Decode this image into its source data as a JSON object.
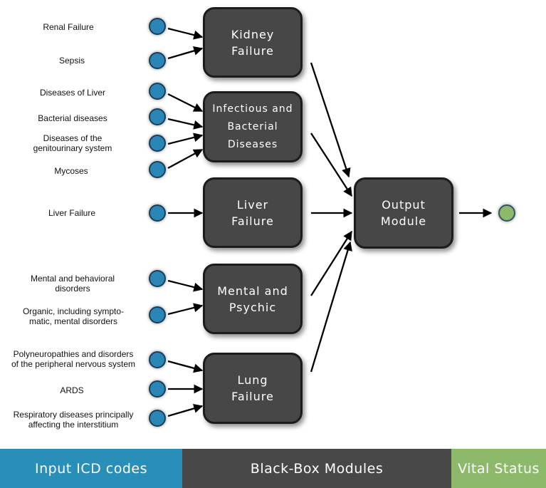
{
  "inputs": [
    "Renal Failure",
    "Sepsis",
    "Diseases of Liver",
    "Bacterial diseases",
    "Diseases of the\ngenitourinary system",
    "Mycoses",
    "Liver Failure",
    "Mental and behavioral\ndisorders",
    "Organic, including sympto-\nmatic, mental disorders",
    "Polyneuropathies and disorders\nof the peripheral nervous system",
    "ARDS",
    "Respiratory diseases  principally\naffecting the interstitium"
  ],
  "modules": [
    "Kidney\nFailure",
    "Infectious and\nBacterial\nDiseases",
    "Liver\nFailure",
    "Mental and\nPsychic",
    "Lung\nFailure"
  ],
  "output_module": "Output\nModule",
  "footer": {
    "inputs": "Input ICD codes",
    "modules": "Black-Box Modules",
    "output": "Vital Status"
  },
  "colors": {
    "input_node": "#2a86b6",
    "output_node": "#8dba6a",
    "module_fill": "#474747",
    "inputs_band": "#2a8fb8",
    "modules_band": "#484848",
    "output_band": "#8dba6a"
  }
}
